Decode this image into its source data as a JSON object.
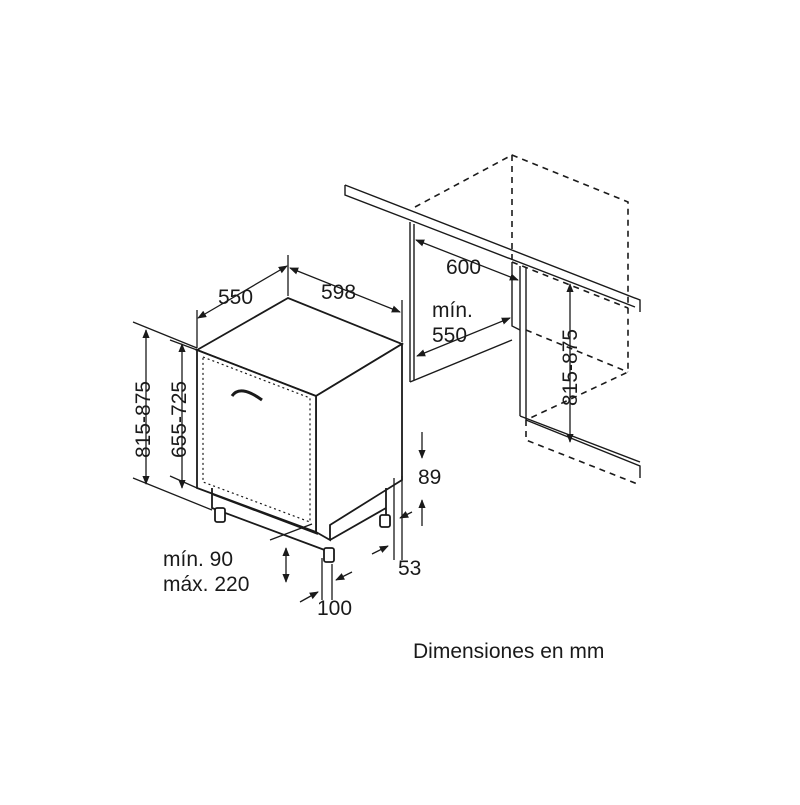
{
  "diagram": {
    "unit_caption": "Dimensiones en mm",
    "labels": {
      "depth": "550",
      "width": "598",
      "niche_width": "600",
      "niche_depth_prefix": "mín.",
      "niche_depth_value": "550",
      "niche_height": "815-875",
      "height_total": "815-875",
      "height_door": "655-725",
      "plinth_gap": "89",
      "foot_offset": "53",
      "plinth_min": "mín. 90",
      "plinth_max": "máx. 220",
      "foot_depth": "100"
    }
  }
}
